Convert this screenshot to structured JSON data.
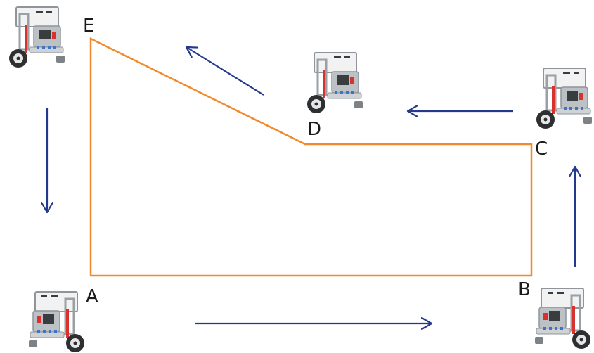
{
  "labels": {
    "a": "A",
    "b": "B",
    "c": "C",
    "d": "D",
    "e": "E"
  },
  "colors": {
    "path": "#F08A2B",
    "arrows": "#233A8C",
    "robot_body": "#8f959b",
    "robot_dark": "#3a3d40",
    "robot_red": "#d8322e",
    "robot_blue": "#3b74c8"
  },
  "robot_icon": "lego-ev3-robot-icon"
}
